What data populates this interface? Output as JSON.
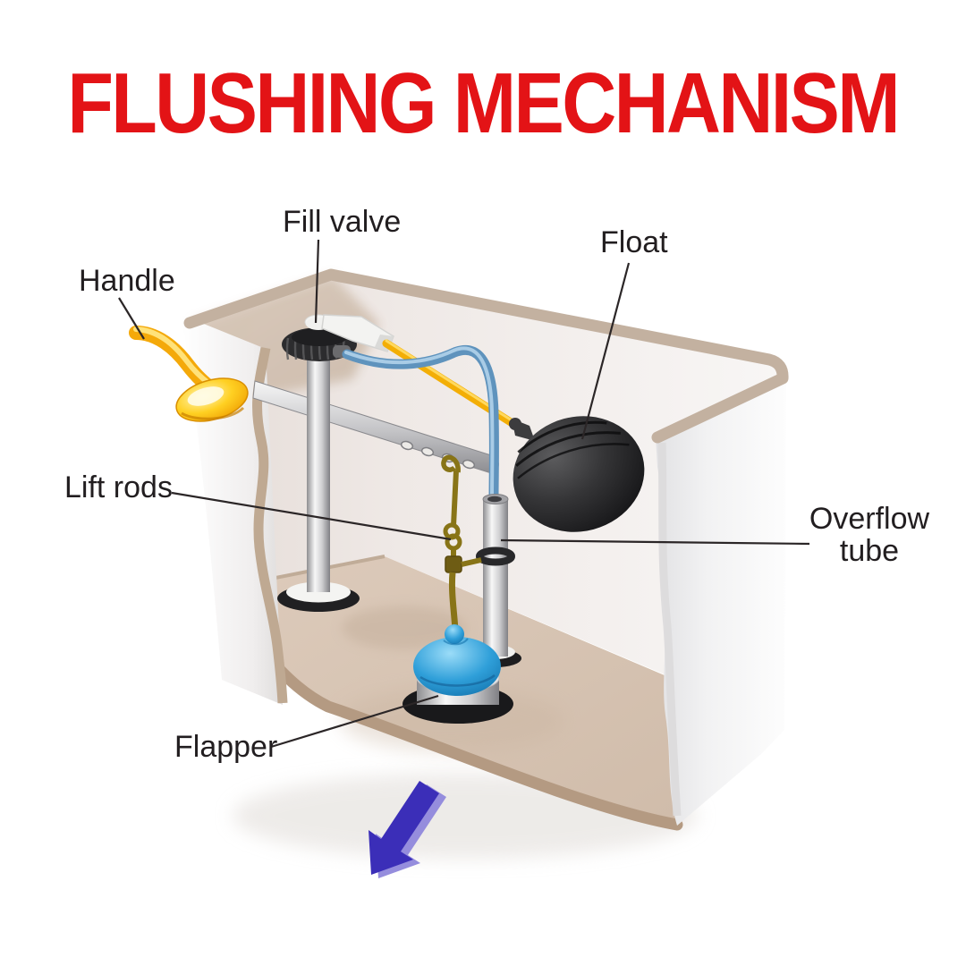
{
  "title": "FLUSHING MECHANISM",
  "diagram": {
    "type": "cutaway-illustration",
    "subject": "toilet tank flushing mechanism",
    "labels": {
      "fill_valve": "Fill valve",
      "float": "Float",
      "handle": "Handle",
      "lift_rods": "Lift rods",
      "overflow_tube": "Overflow tube",
      "flapper": "Flapper"
    }
  },
  "colors": {
    "title_red": "#e31316",
    "label_black": "#221e20",
    "tank_rim_tan": "#c3b1a0",
    "floor_tan": "#d5c2b0",
    "floor_edge_tan": "#b49a82",
    "back_wall_light": "#efe9e6",
    "handle_gold": "#ffc81e",
    "float_arm_yellow": "#f3ae06",
    "refill_tube_blue": "#6ea3cf",
    "lift_rod_olive": "#887417",
    "float_black": "#2e2e30",
    "flapper_blue": "#2f9fd9",
    "metal_silver": "#c9c9cb",
    "arrow_indigo": "#3b2eb8",
    "arrow_light": "#958ddd",
    "leader_line": "#2b2627"
  }
}
